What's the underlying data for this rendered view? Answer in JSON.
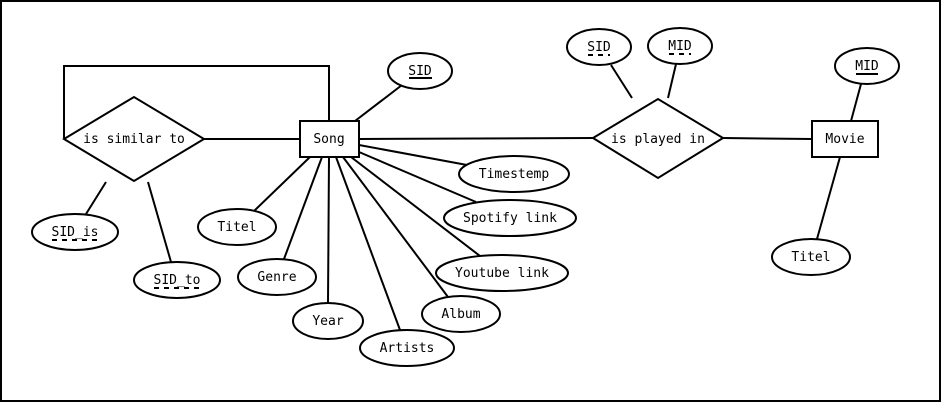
{
  "entities": {
    "song": "Song",
    "movie": "Movie"
  },
  "relationships": {
    "is_similar_to": "is similar to",
    "is_played_in": "is played in"
  },
  "attributes": {
    "song_sid": "SID",
    "song_titel": "Titel",
    "song_genre": "Genre",
    "song_year": "Year",
    "song_artists": "Artists",
    "song_album": "Album",
    "song_youtube": "Youtube link",
    "song_spotify": "Spotify link",
    "song_timestamp": "Timestemp",
    "similar_sid_is": "SID_is",
    "similar_sid_to": "SID_to",
    "played_sid": "SID",
    "played_mid": "MID",
    "movie_mid": "MID",
    "movie_titel": "Titel"
  },
  "key_styles": {
    "primary": "solid underline",
    "partial": "dashed underline"
  }
}
